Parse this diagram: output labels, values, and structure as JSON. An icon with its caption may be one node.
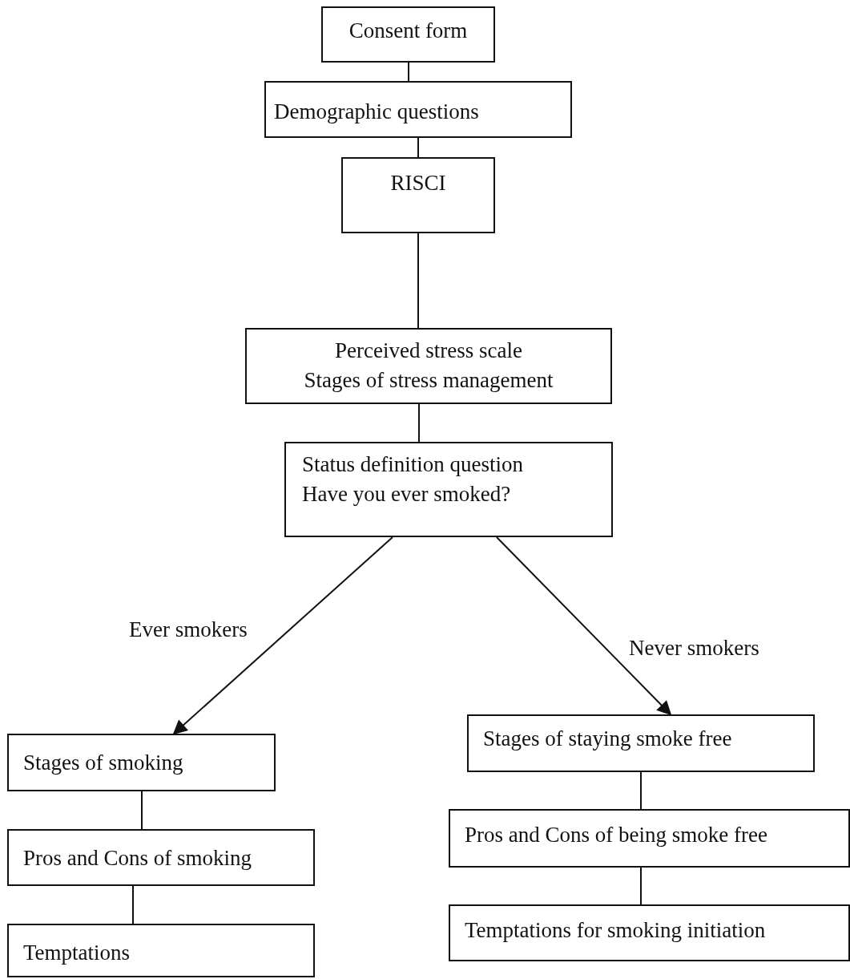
{
  "diagram": {
    "nodes": [
      {
        "text": [
          "Consent form"
        ]
      },
      {
        "text": [
          "Demographic questions"
        ]
      },
      {
        "text": [
          "RISCI"
        ]
      },
      {
        "text": [
          "Perceived stress scale",
          "Stages of stress management"
        ]
      },
      {
        "text": [
          "Status definition question",
          "Have you ever smoked?"
        ]
      },
      {
        "text": [
          "Stages of smoking"
        ]
      },
      {
        "text": [
          "Pros and Cons of smoking"
        ]
      },
      {
        "text": [
          "Temptations"
        ]
      },
      {
        "text": [
          "Stages of staying smoke free"
        ]
      },
      {
        "text": [
          "Pros and Cons of being smoke free"
        ]
      },
      {
        "text": [
          "Temptations for smoking initiation"
        ]
      }
    ],
    "edges": [
      {
        "from": 0,
        "to": 1,
        "arrow": "none"
      },
      {
        "from": 1,
        "to": 2,
        "arrow": "none"
      },
      {
        "from": 2,
        "to": 3,
        "arrow": "none"
      },
      {
        "from": 3,
        "to": 4,
        "arrow": "none"
      },
      {
        "from": 4,
        "to": 5,
        "arrow": "to",
        "label": "Ever smokers"
      },
      {
        "from": 4,
        "to": 8,
        "arrow": "to",
        "label": "Never smokers"
      },
      {
        "from": 5,
        "to": 6,
        "arrow": "none"
      },
      {
        "from": 6,
        "to": 7,
        "arrow": "none"
      },
      {
        "from": 8,
        "to": 9,
        "arrow": "none"
      },
      {
        "from": 9,
        "to": 10,
        "arrow": "none"
      }
    ]
  }
}
